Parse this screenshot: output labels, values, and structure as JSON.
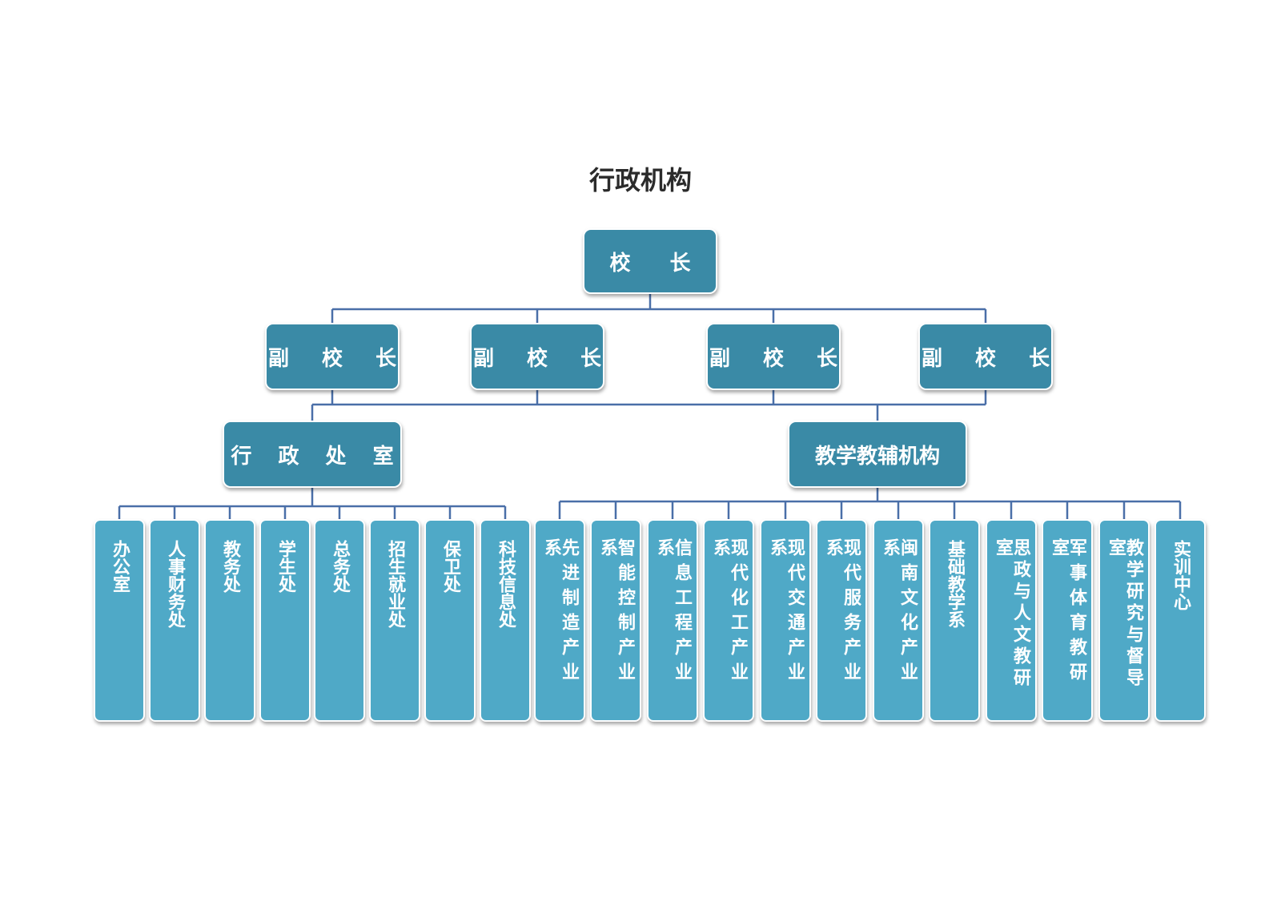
{
  "title": "行政机构",
  "principal": "校 长",
  "vice_principals": [
    "副 校 长",
    "副 校 长",
    "副 校 长",
    "副 校 长"
  ],
  "admin_group": {
    "label": "行 政 处 室",
    "units": [
      "办公室",
      "人事财务处",
      "教务处",
      "学生处",
      "总务处",
      "招生就业处",
      "保卫处",
      "科技信息处"
    ]
  },
  "teaching_group": {
    "label": "教学教辅机构",
    "units": [
      "先进制造产业系",
      "智能控制产业系",
      "信息工程产业系",
      "现代化工产业系",
      "现代交通产业系",
      "现代服务产业系",
      "闽南文化产业系",
      "基础教学系",
      "思政与人文教研室",
      "军事体育教研室",
      "教学研究与督导室",
      "实训中心"
    ]
  },
  "colors": {
    "box_dark": "#3a8aa6",
    "box_light": "#4fa9c7",
    "connector": "#4a6fa8"
  }
}
